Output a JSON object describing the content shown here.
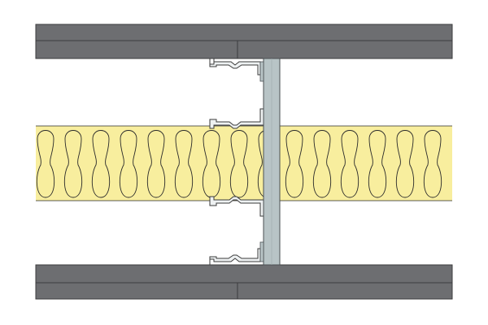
{
  "diagram": {
    "title": "",
    "colors": {
      "background": "#ffffff",
      "board_fill": "#6d6e71",
      "board_stroke": "#3c3c3e",
      "insulation_fill": "#f8ee9e",
      "insulation_stroke": "#2a2a2a",
      "stud_fill": "#b8c4c6",
      "stud_stroke": "#4a4f52",
      "channel_fill": "#eef1f2",
      "channel_stroke": "#3a3a3a"
    },
    "components": [
      "top-board-outer",
      "top-board-inner",
      "bottom-board-inner",
      "bottom-board-outer",
      "insulation-layer",
      "steel-stud",
      "resilient-bar-top",
      "resilient-bar-middle-upper",
      "resilient-bar-middle-lower",
      "resilient-bar-bottom"
    ]
  }
}
